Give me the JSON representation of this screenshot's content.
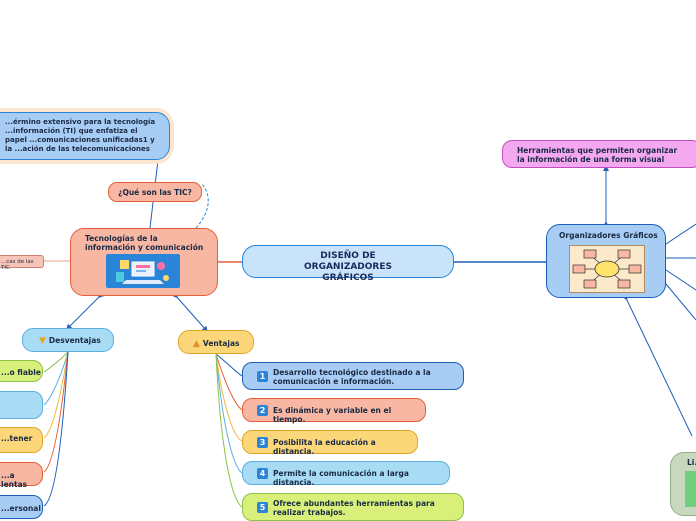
{
  "central": {
    "title": "DISEÑO DE ORGANIZADORES GRÁFICOS"
  },
  "tic": {
    "title": "Tecnologías de la información y comunicación",
    "question": "¿Qué son las TIC?",
    "definition": "...érmino extensivo para la tecnología ...información (TI) que enfatiza el papel ...comunicaciones unificadas1 y la ...ación de las telecomunicaciones",
    "side_label": "...cas de las TIC"
  },
  "desventajas": {
    "label": "Desventajas",
    "items": [
      "...o fiable",
      "",
      "...tener",
      "...a lentas",
      "...ersonal"
    ]
  },
  "ventajas": {
    "label": "Ventajas",
    "items": [
      {
        "num": "1",
        "text": "Desarrollo tecnológico destinado a la comunicación e información."
      },
      {
        "num": "2",
        "text": "Es dinámica y variable en el tiempo."
      },
      {
        "num": "3",
        "text": "Posibilita la educación a distancia."
      },
      {
        "num": "4",
        "text": "Permite la comunicación a larga distancia."
      },
      {
        "num": "5",
        "text": "Ofrece abundantes herramientas para realizar trabajos."
      }
    ]
  },
  "organizadores": {
    "title": "Organizadores Gráficos",
    "description": "Herramientas que permiten organizar la información de una forma visual",
    "partial_label": "Li..."
  },
  "colors": {
    "blue_node": "#a8cdf5",
    "salmon_node": "#f7b7a3",
    "yellow_node": "#fbd779",
    "pink_node": "#f3a8f0",
    "green_node": "#d8f07a",
    "link_blue": "#1b5fb8"
  }
}
